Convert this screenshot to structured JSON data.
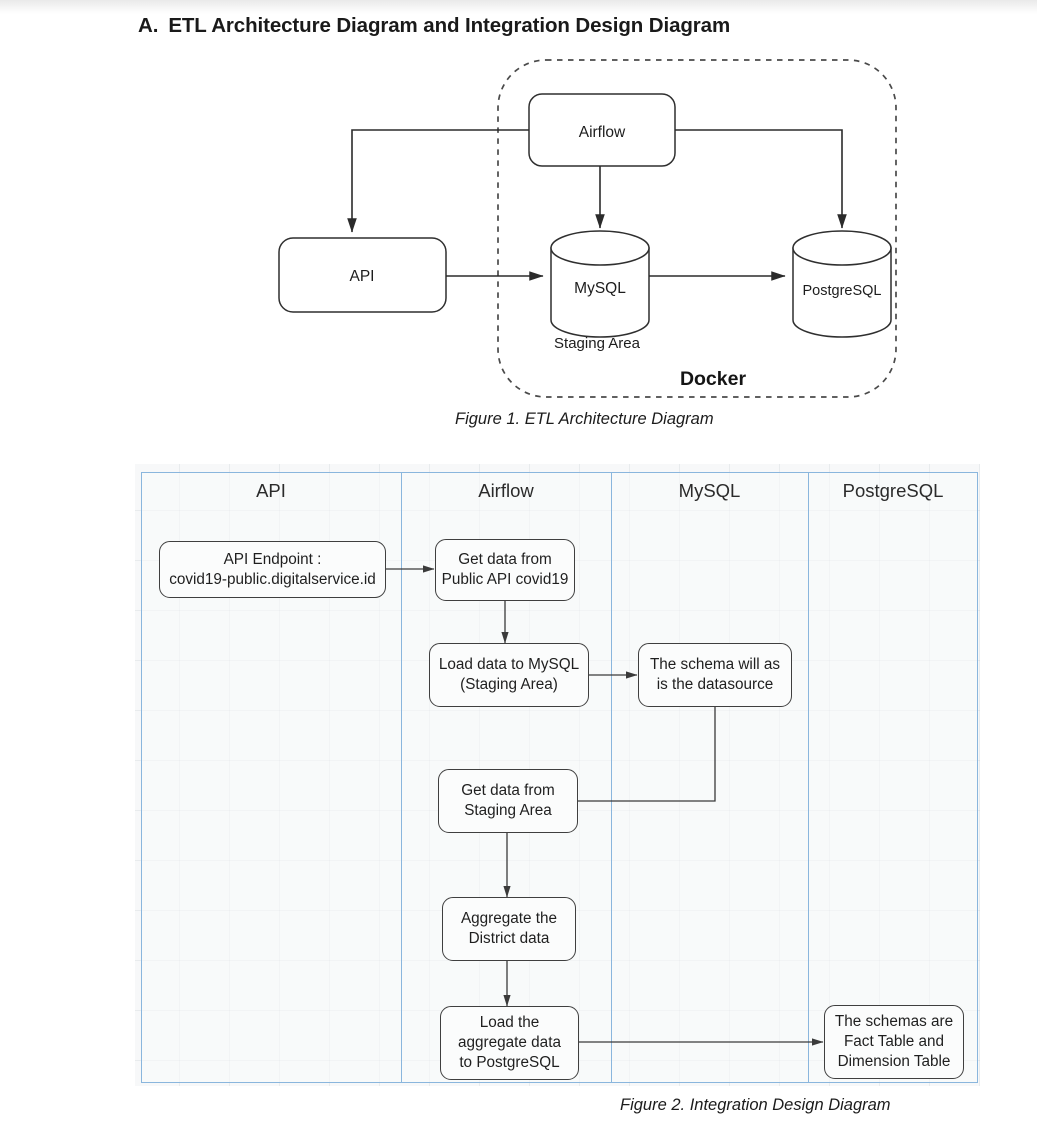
{
  "heading": {
    "letter": "A.",
    "text": "ETL Architecture Diagram and Integration Design Diagram"
  },
  "figure1": {
    "caption": "Figure 1. ETL Architecture Diagram",
    "container_label": "Docker",
    "nodes": {
      "airflow": "Airflow",
      "api": "API",
      "mysql": "MySQL",
      "mysql_sublabel": "Staging Area",
      "postgresql": "PostgreSQL"
    },
    "edges": [
      {
        "from": "airflow",
        "to": "api",
        "label": ""
      },
      {
        "from": "airflow",
        "to": "mysql",
        "label": ""
      },
      {
        "from": "airflow",
        "to": "postgresql",
        "label": ""
      },
      {
        "from": "api",
        "to": "mysql",
        "label": ""
      },
      {
        "from": "mysql",
        "to": "postgresql",
        "label": ""
      }
    ]
  },
  "figure2": {
    "caption": "Figure 2. Integration Design Diagram",
    "lanes": [
      {
        "id": "api",
        "label": "API"
      },
      {
        "id": "airflow",
        "label": "Airflow"
      },
      {
        "id": "mysql",
        "label": "MySQL"
      },
      {
        "id": "postgresql",
        "label": "PostgreSQL"
      }
    ],
    "nodes": [
      {
        "id": "api-endpoint",
        "lane": "api",
        "text": "API Endpoint :\ncovid19-public.digitalservice.id"
      },
      {
        "id": "get-data-api",
        "lane": "airflow",
        "text": "Get data from\nPublic API covid19"
      },
      {
        "id": "load-to-mysql",
        "lane": "airflow",
        "text": "Load data to MySQL\n(Staging Area)"
      },
      {
        "id": "schema-datasource",
        "lane": "mysql",
        "text": "The schema will as\nis the datasource"
      },
      {
        "id": "get-from-staging",
        "lane": "airflow",
        "text": "Get data from\nStaging Area"
      },
      {
        "id": "aggregate-district",
        "lane": "airflow",
        "text": "Aggregate the\nDistrict data"
      },
      {
        "id": "load-to-postgres",
        "lane": "airflow",
        "text": "Load the\naggregate data\nto PostgreSQL"
      },
      {
        "id": "schemas-fact-dim",
        "lane": "postgresql",
        "text": "The schemas are\nFact Table and\nDimension Table"
      }
    ],
    "edges": [
      {
        "from": "api-endpoint",
        "to": "get-data-api"
      },
      {
        "from": "get-data-api",
        "to": "load-to-mysql"
      },
      {
        "from": "load-to-mysql",
        "to": "schema-datasource"
      },
      {
        "from": "schema-datasource",
        "to": "get-from-staging"
      },
      {
        "from": "get-from-staging",
        "to": "aggregate-district"
      },
      {
        "from": "aggregate-district",
        "to": "load-to-postgres"
      },
      {
        "from": "load-to-postgres",
        "to": "schemas-fact-dim"
      }
    ]
  },
  "colors": {
    "lane_border": "#8ab6dd",
    "node_border": "#3f3f3f",
    "canvas": "#f7f8f9",
    "page": "#ffffff"
  }
}
